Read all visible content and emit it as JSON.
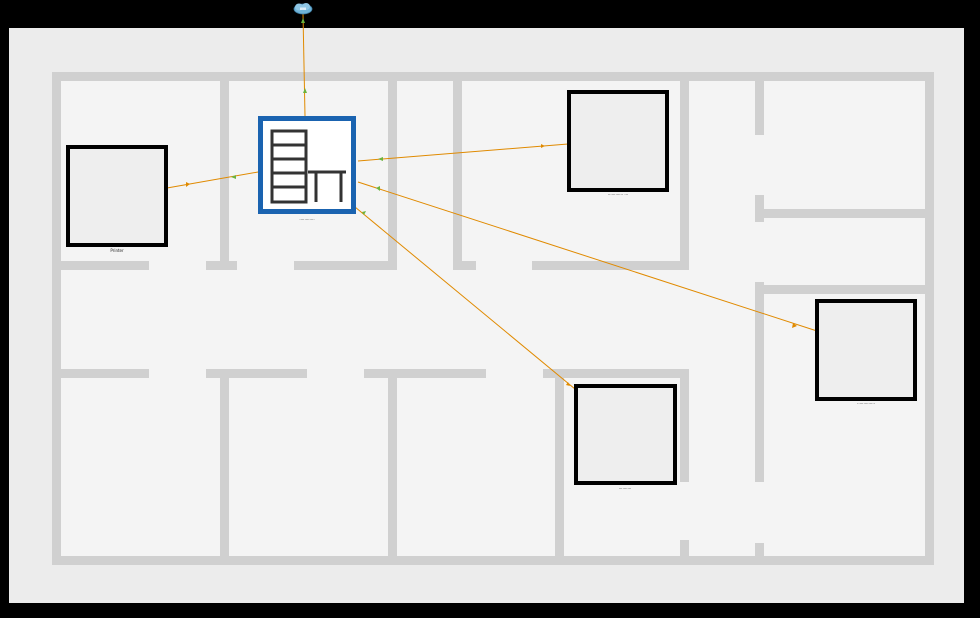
{
  "colors": {
    "outer_background": "#000000",
    "canvas": "#ececec",
    "floor": "#f4f4f4",
    "wall": "#d0d0d0",
    "link": "#e08a00",
    "arrow": "#6cb33e",
    "device_border": "#000000",
    "device_fill": "#eeeeee",
    "server_border": "#1a63b0",
    "server_icon": "#333333",
    "cloud": "#6fb3d8"
  },
  "cloud": {
    "icon": "cloud-icon",
    "label": ""
  },
  "server": {
    "icon": "server-rack-icon",
    "label": "············"
  },
  "devices": [
    {
      "id": "left",
      "label": "Printer"
    },
    {
      "id": "top-right",
      "label": "············ ···"
    },
    {
      "id": "right",
      "label": "··············"
    },
    {
      "id": "bottom",
      "label": "··········"
    }
  ]
}
